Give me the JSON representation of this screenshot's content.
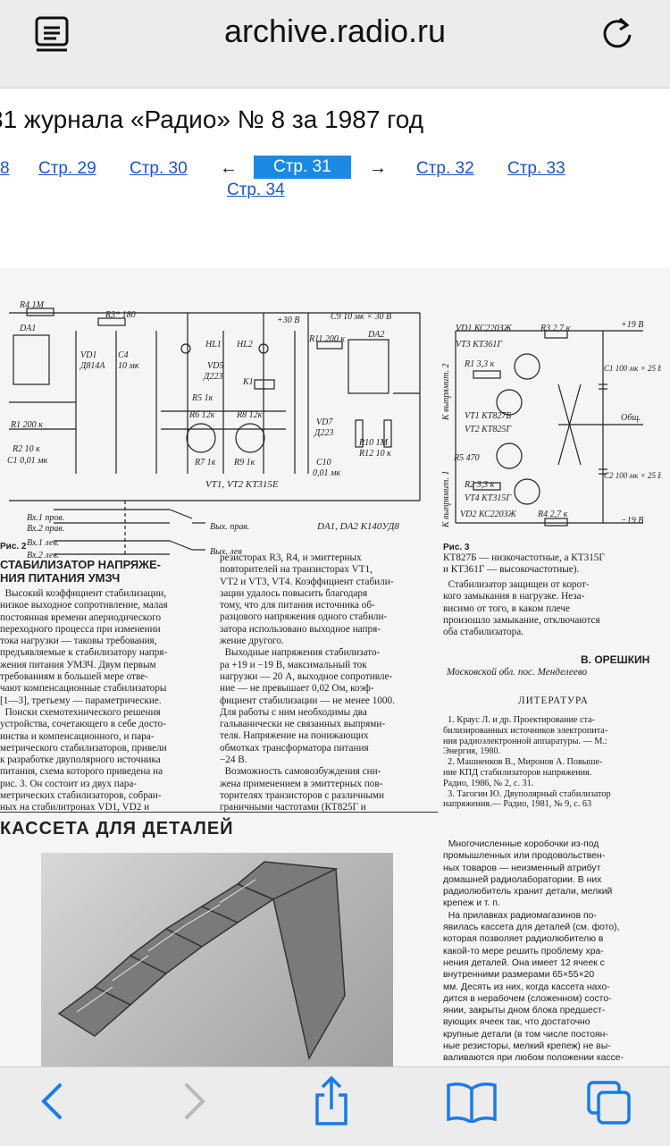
{
  "browser": {
    "url": "archive.radio.ru",
    "tabs_icon": "tabs-list-icon",
    "reload_icon": "reload-icon"
  },
  "page": {
    "title": "31 журнала «Радио» № 8 за 1987 год",
    "pager": {
      "partial": "8",
      "p29": "Стр. 29",
      "p30": "Стр. 30",
      "prev_arrow": "←",
      "current": "Стр. 31",
      "next_arrow": "→",
      "p32": "Стр. 32",
      "p33": "Стр. 33",
      "p34": "Стр. 34"
    }
  },
  "scan": {
    "fig2_label": "Рис. 2",
    "fig2_chips": "DA1, DA2  К140УД8",
    "fig2_transistors": "VT1, VT2  КТ315Е",
    "fig2_outputs": [
      "Вых. прав.",
      "Вых. лев"
    ],
    "fig2_inputs": [
      "Вх.1 пров.",
      "Вх.2 прав.",
      "Вх.1 лев.",
      "Вх.2 лев."
    ],
    "fig3_label": "Рис. 3",
    "fig3_caption": "КТ827Б — низкочастотные, а КТ315Г\nи КТ361Г — высокочастотные).",
    "fig3_labels": [
      "VD1  КС220ЗЖ",
      "R3  2,7 к",
      "+19 В",
      "VT3  КТ361Г",
      "R1  3,3 к",
      "VT1  КТ827Б",
      "VT2  КТ825Г",
      "Общ.",
      "R5 470",
      "R2  3,3 к",
      "VT4  КТ315Г",
      "VD2  КС220ЗЖ",
      "R4  2,7 к",
      "−19 В",
      "C1 100 мк × 25 В",
      "C2 100 мк × 25 В",
      "К выпрямит. 2",
      "К выпрямит. 1"
    ],
    "article_heading": "СТАБИЛИЗАТОР НАПРЯЖЕ-\nНИЯ ПИТАНИЯ УМЗЧ",
    "col1": "  Высокий коэффициент стабилизации,\nнизкое выходное сопротивление, малая\nпостоянная времени апериодического\nпереходного процесса при изменении\nтока нагрузки — таковы требования,\nпредъявляемые к стабилизатору напря-\nжения питания УМЗЧ. Двум первым\nтребованиям в большей мере отве-\nчают компенсационные стабилизаторы\n[1—3], третьему — параметрические.\n  Поиски схемотехнического решения\nустройства, сочетающего в себе досто-\nинства и компенсационного, и пара-\nметрического стабилизаторов, привели\nк разработке двуполярного источника\nпитания, схема которого приведена на\nрис. 3. Он состоит из двух пара-\nметрических стабилизаторов, собран-\nных на стабилитронах VD1, VD2 и",
    "col2": "резисторах R3, R4, и эмиттерных\nповторителей на транзисторах VT1,\nVT2 и VT3, VT4. Коэффициент стабили-\nзации удалось повысить благодаря\nтому, что для питания источника об-\nразцового напряжения одного стабили-\nзатора использовано выходное напря-\nжение другого.\n  Выходные напряжения стабилизато-\nра +19 и −19 В, максимальный ток\nнагрузки — 20 А, выходное сопротивле-\nние — не превышает 0,02 Ом, коэф-\nфициент стабилизации — не менее 1000.\nДля работы с ним необходимы два\nгальванически не связанных выпрями-\nтеля. Напряжение на понижающих\nобмотках трансформатора питания\n−24 В.\n  Возможность самовозбуждения сни-\nжена применением в эмиттерных пов-\nторителях транзисторов с различными\nграничными частотами (КТ825Г и",
    "col3": "  Стабилизатор защищен от корот-\nкого замыкания в нагрузке. Неза-\nвисимо от того, в каком плече\nпроизошло замыкание, отключаются\nоба стабилизатора.",
    "author": "В. ОРЕШКИН",
    "location": "Московской обл. пос. Менделеево",
    "lit_heading": "ЛИТЕРАТУРА",
    "lit": "  1. Краус Л. и др. Проектирование ста-\nбилизированных источников электропита-\nния радиоэлектронной аппаратуры. — М.:\nЭнергия, 1980.\n  2. Машненков В., Миронов А. Повыше-\nние КПД стабилизаторов напряжения.\nРадио, 1986, № 2, с. 31.\n  3. Тагогин Ю. Двуполярный стабилизатор\nнапряжения.— Радио, 1981, № 9, с. 63",
    "article2_heading": "КАССЕТА ДЛЯ ДЕТАЛЕЙ",
    "article2_text": "  Многочисленные коробочки из-под\nпромышленных или продовольствен-\nных товаров — неизменный атрибут\nдомашней радиолаборатории. В них\nрадиолюбитель хранит детали, мелкий\nкрепеж и т. п.\n  На прилавках радиомагазинов по-\nявилась кассета для деталей (см. фото),\nкоторая позволяет радиолюбителю в\nкакой-то мере решить проблему хра-\nнения деталей. Она имеет 12 ячеек с\nвнутренними размерами 65×55×20\nмм. Десять из них, когда кассета нахо-\nдится в нерабочем (сложенном) состо-\nянии, закрыты дном блока предшест-\nвующих ячеек так, что достаточно\nкрупные детали (в том числе постоян-\nные резисторы, мелкий крепеж) не вы-\nваливаются при любом положении кассе-\nты. Ее размеры в сложенном состоя-"
  },
  "toolbar": {
    "back_icon": "back-chevron-icon",
    "forward_icon": "forward-chevron-icon",
    "share_icon": "share-icon",
    "bookmarks_icon": "bookmarks-icon",
    "tabs_icon": "tabs-icon"
  }
}
